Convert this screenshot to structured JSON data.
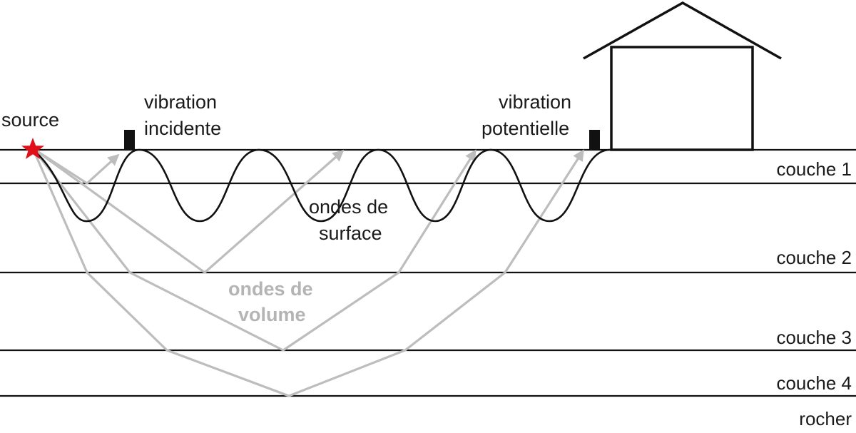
{
  "labels": {
    "source": "source",
    "vibration_incidente_line1": "vibration",
    "vibration_incidente_line2": "incidente",
    "vibration_potentielle_line1": "vibration",
    "vibration_potentielle_line2": "potentielle",
    "ondes_surface_line1": "ondes de",
    "ondes_surface_line2": "surface",
    "ondes_volume_line1": "ondes de",
    "ondes_volume_line2": "volume"
  },
  "layers": [
    "couche 1",
    "couche 2",
    "couche 3",
    "couche 4",
    "rocher"
  ],
  "colors": {
    "source_star": "#e0101a",
    "body_waves": "#bdbdbd",
    "lines": "#111111"
  },
  "icons": {
    "source": "star-icon",
    "sensor": "sensor-block-icon",
    "building": "house-icon"
  }
}
